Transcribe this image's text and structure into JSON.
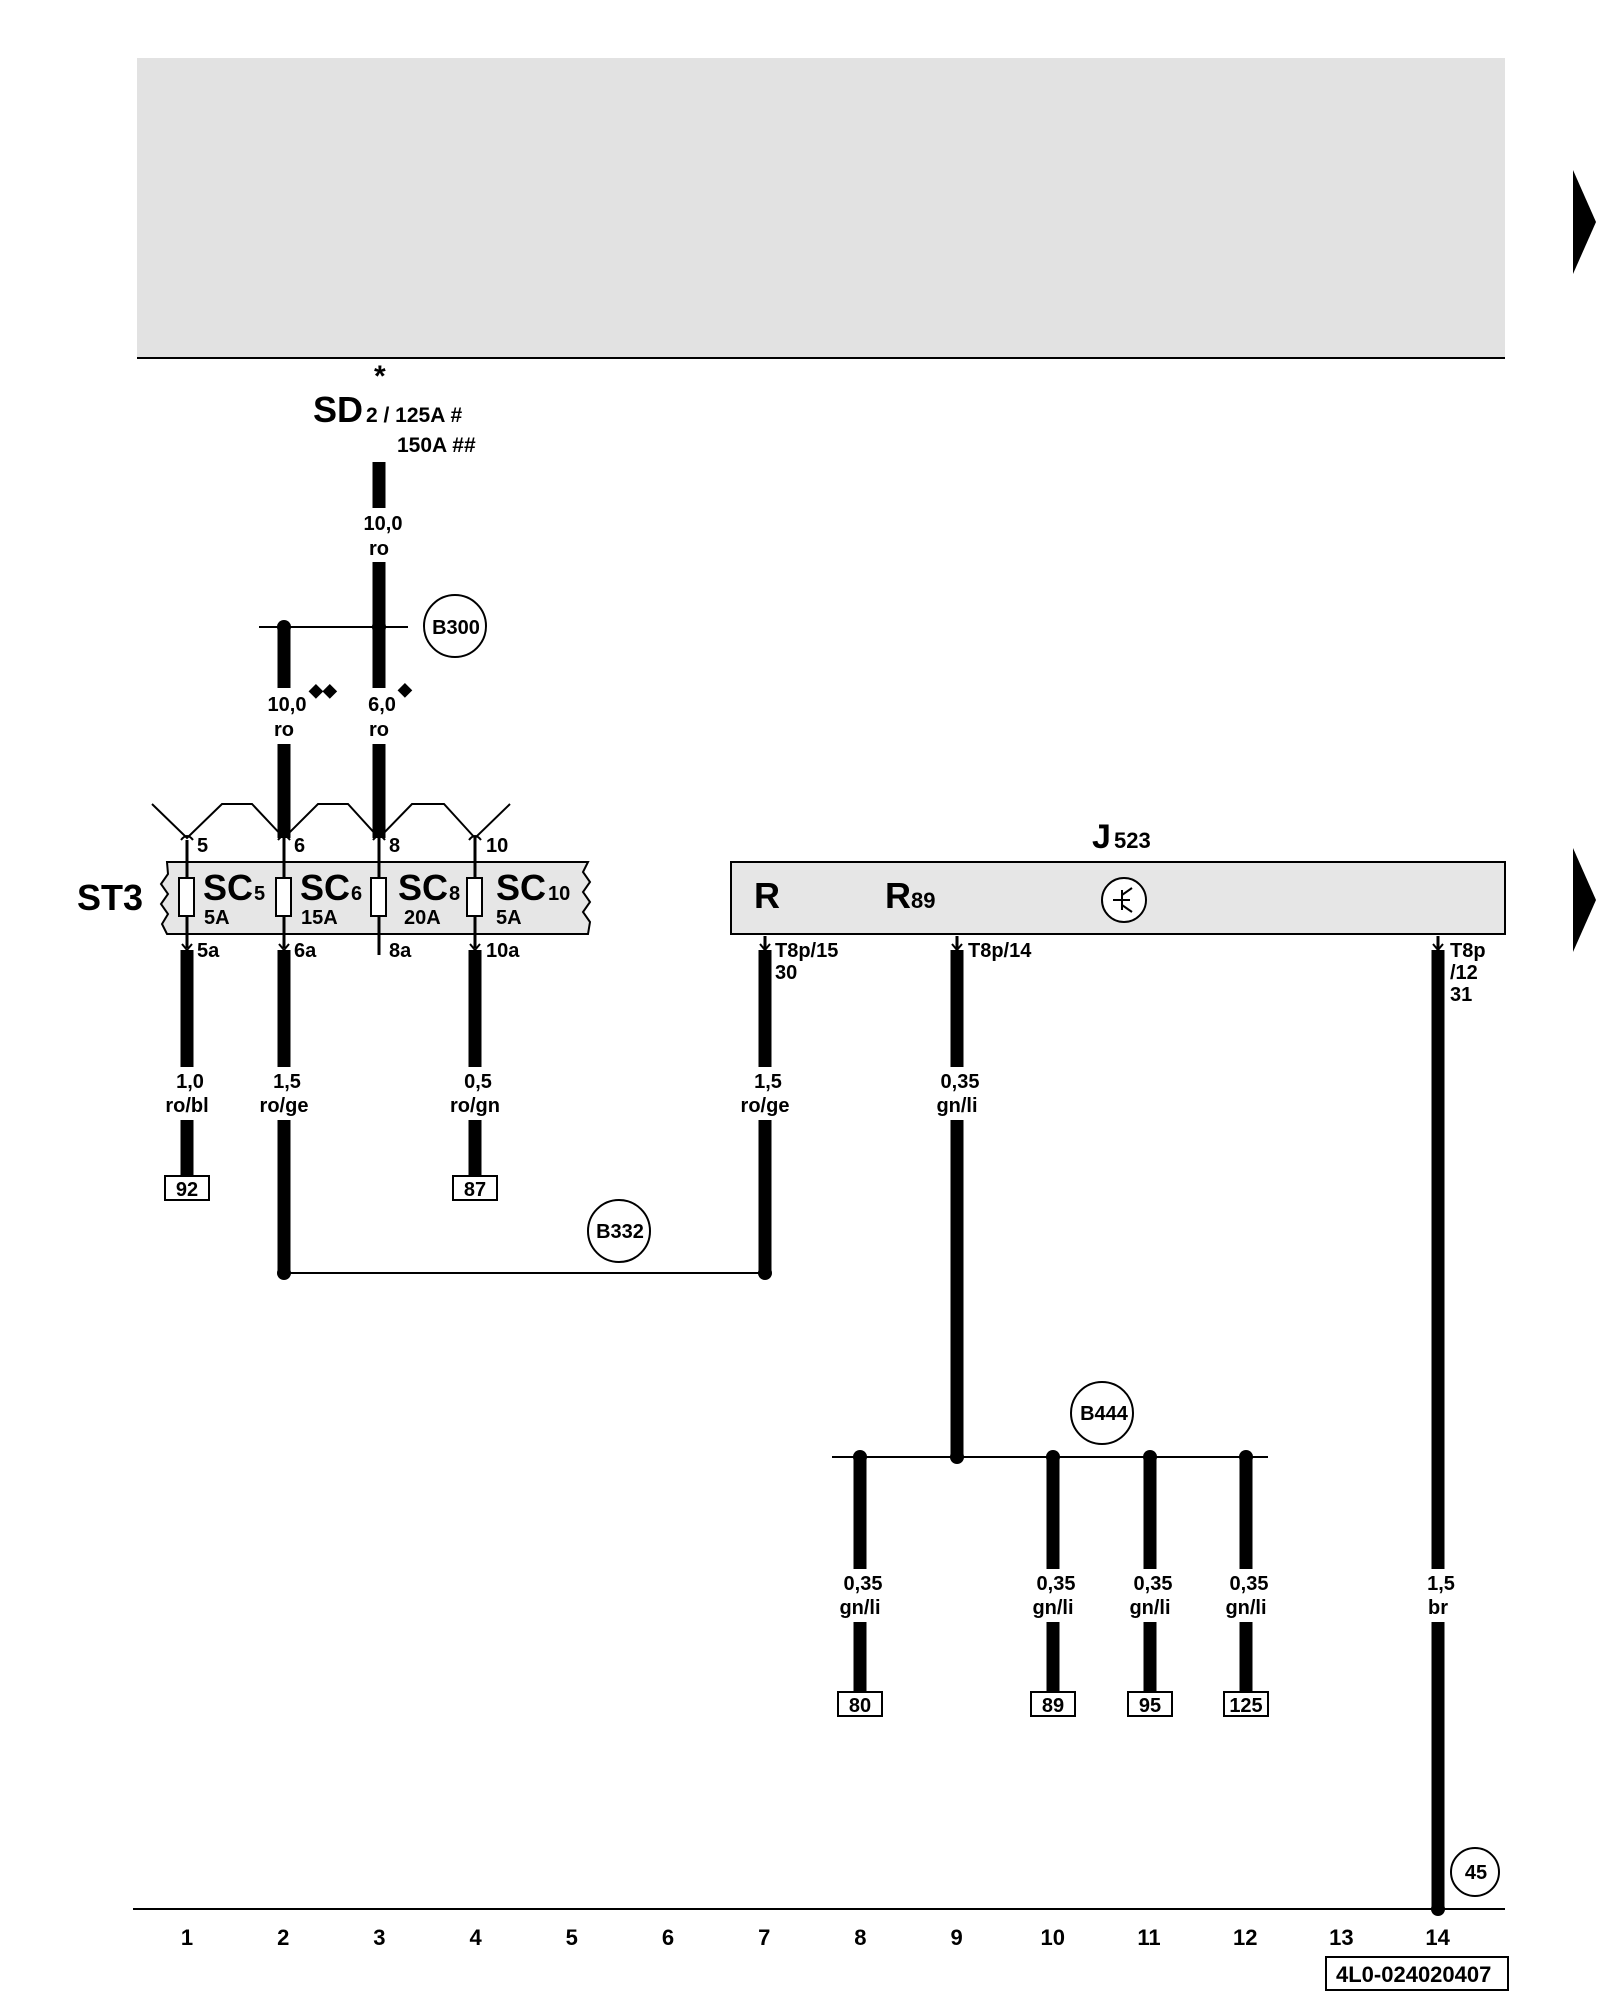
{
  "supply": {
    "star": "*",
    "component": "SD",
    "sub": "2 / 125A #",
    "sub2": "150A ##"
  },
  "wires": {
    "main_gauge": "10,0",
    "main_color": "ro",
    "w2_gauge": "10,0",
    "w2_color": "ro",
    "w2_mark": "◆◆",
    "w3_gauge": "6,0",
    "w3_color": "ro",
    "w3_mark": "◆",
    "w1_gauge": "1,0",
    "w1_color": "ro/bl",
    "w6a_gauge": "1,5",
    "w6a_color": "ro/ge",
    "w10a_gauge": "0,5",
    "w10a_color": "ro/gn",
    "w15_gauge": "1,5",
    "w15_color": "ro/ge",
    "w14_gauge": "0,35",
    "w14_color": "gn/li",
    "b8_gauge": "0,35",
    "b8_color": "gn/li",
    "b10_gauge": "0,35",
    "b10_color": "gn/li",
    "b11_gauge": "0,35",
    "b11_color": "gn/li",
    "b12_gauge": "0,35",
    "b12_color": "gn/li",
    "w12_gauge": "1,5",
    "w12_color": "br"
  },
  "splices": {
    "b300": "B300",
    "b332": "B332",
    "b444": "B444"
  },
  "fusebox": {
    "name": "ST3",
    "fuses": [
      {
        "name": "SC",
        "sub": "5",
        "amp": "5A",
        "pin_in": "5",
        "pin_out": "5a"
      },
      {
        "name": "SC",
        "sub": "6",
        "amp": "15A",
        "pin_in": "6",
        "pin_out": "6a"
      },
      {
        "name": "SC",
        "sub": "8",
        "amp": "20A",
        "pin_in": "8",
        "pin_out": "8a"
      },
      {
        "name": "SC",
        "sub": "10",
        "amp": "5A",
        "pin_in": "10",
        "pin_out": "10a"
      }
    ]
  },
  "module": {
    "name": "J",
    "sub": "523",
    "label_r": "R",
    "label_r89": "R",
    "label_r89_sub": "89",
    "pin_a": "T8p/15",
    "pin_a_term": "30",
    "pin_b": "T8p/14",
    "pin_c": "T8p",
    "pin_c2": "/12",
    "pin_c_term": "31"
  },
  "refs": {
    "r92": "92",
    "r87": "87",
    "r80": "80",
    "r89": "89",
    "r95": "95",
    "r125": "125",
    "ground": "45"
  },
  "axis": [
    "1",
    "2",
    "3",
    "4",
    "5",
    "6",
    "7",
    "8",
    "9",
    "10",
    "11",
    "12",
    "13",
    "14"
  ],
  "doc_id": "4L0-024020407",
  "colors": {
    "header_fill": "#e2e2e2",
    "box_fill": "#e6e6e6",
    "ink": "#000000"
  }
}
